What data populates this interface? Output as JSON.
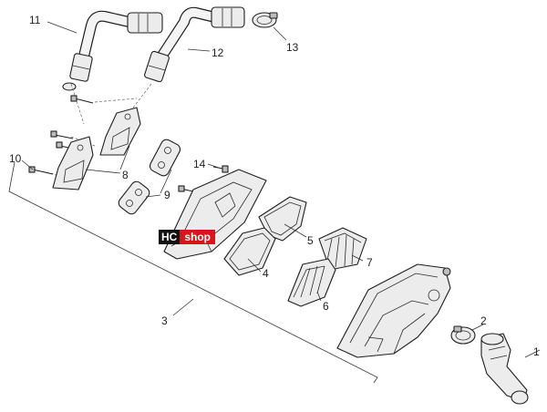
{
  "callouts": [
    {
      "id": "1",
      "label": "1"
    },
    {
      "id": "2",
      "label": "2"
    },
    {
      "id": "3",
      "label": "3"
    },
    {
      "id": "4",
      "label": "4"
    },
    {
      "id": "5",
      "label": "5"
    },
    {
      "id": "6",
      "label": "6"
    },
    {
      "id": "7",
      "label": "7"
    },
    {
      "id": "8",
      "label": "8"
    },
    {
      "id": "9",
      "label": "9"
    },
    {
      "id": "10",
      "label": "10"
    },
    {
      "id": "11",
      "label": "11"
    },
    {
      "id": "12",
      "label": "12"
    },
    {
      "id": "13",
      "label": "13"
    },
    {
      "id": "14",
      "label": "14"
    }
  ],
  "watermark": {
    "part1": "HC",
    "part2": "shop",
    "colors": {
      "dark": "#111111",
      "accent": "#d8141c"
    }
  }
}
